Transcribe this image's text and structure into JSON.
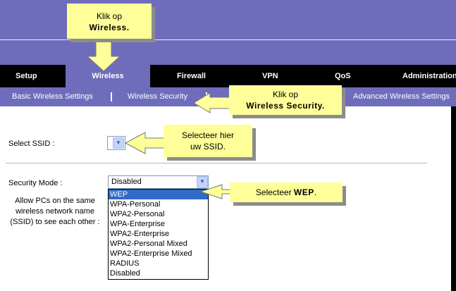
{
  "nav": {
    "tabs": [
      {
        "label": "Setup"
      },
      {
        "label": "Wireless"
      },
      {
        "label": "Firewall"
      },
      {
        "label": "VPN"
      },
      {
        "label": "QoS"
      },
      {
        "label": "Administration"
      }
    ]
  },
  "subnav": {
    "items": [
      {
        "label": "Basic Wireless Settings"
      },
      {
        "label": "Wireless Security"
      },
      {
        "label": "Advanced Wireless Settings"
      }
    ]
  },
  "form": {
    "ssid_label": "Select SSID :",
    "security_mode_label": "Security Mode :",
    "security_mode_value": "Disabled",
    "allow_desc": [
      "Allow PCs on the same",
      "wireless network name",
      "(SSID) to see each other :"
    ],
    "options": [
      "WEP",
      "WPA-Personal",
      "WPA2-Personal",
      "WPA-Enterprise",
      "WPA2-Enterprise",
      "WPA2-Personal Mixed",
      "WPA2-Enterprise Mixed",
      "RADIUS",
      "Disabled"
    ],
    "highlighted_option": "WEP"
  },
  "callouts": {
    "c1": {
      "line1": "Klik op",
      "line2": "Wireless."
    },
    "c2": {
      "line1": "Klik op",
      "line2": "Wireless Security."
    },
    "c3": {
      "line1": "Selecteer hier",
      "line2": "uw SSID."
    },
    "c4": {
      "prefix": "Selecteer ",
      "bold": "WEP",
      "suffix": "."
    }
  },
  "colors": {
    "band": "#6f6cbc",
    "callout": "#ffff99",
    "highlight": "#316ac5"
  },
  "icons": {
    "dropdown": "chevron-down-icon",
    "callout_arrow": "arrow-icon"
  }
}
